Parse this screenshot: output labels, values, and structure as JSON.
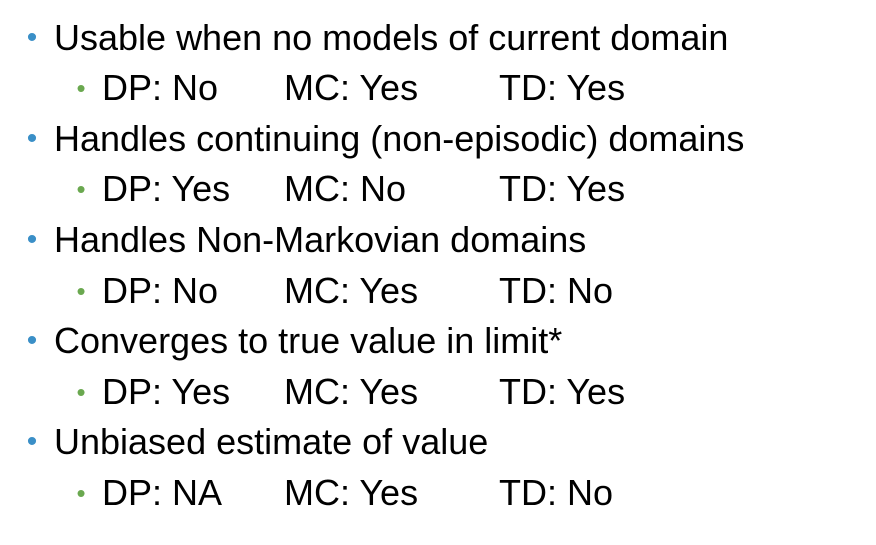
{
  "colors": {
    "bullet_level1": "#3a8fc7",
    "bullet_level2": "#6aa84f",
    "text": "#000000"
  },
  "bullet_glyph": "•",
  "items": [
    {
      "label": "Usable when no models of current domain",
      "dp": "DP: No",
      "mc": "MC: Yes",
      "td": "TD: Yes"
    },
    {
      "label": "Handles continuing (non-episodic) domains",
      "dp": "DP: Yes",
      "mc": "MC: No",
      "td": "TD: Yes"
    },
    {
      "label": "Handles Non-Markovian domains",
      "dp": "DP: No",
      "mc": "MC: Yes",
      "td": "TD: No"
    },
    {
      "label": "Converges to true value in limit*",
      "dp": "DP: Yes",
      "mc": "MC: Yes",
      "td": "TD: Yes"
    },
    {
      "label": "Unbiased estimate of value",
      "dp": "DP: NA",
      "mc": "MC: Yes",
      "td": "TD: No"
    }
  ]
}
